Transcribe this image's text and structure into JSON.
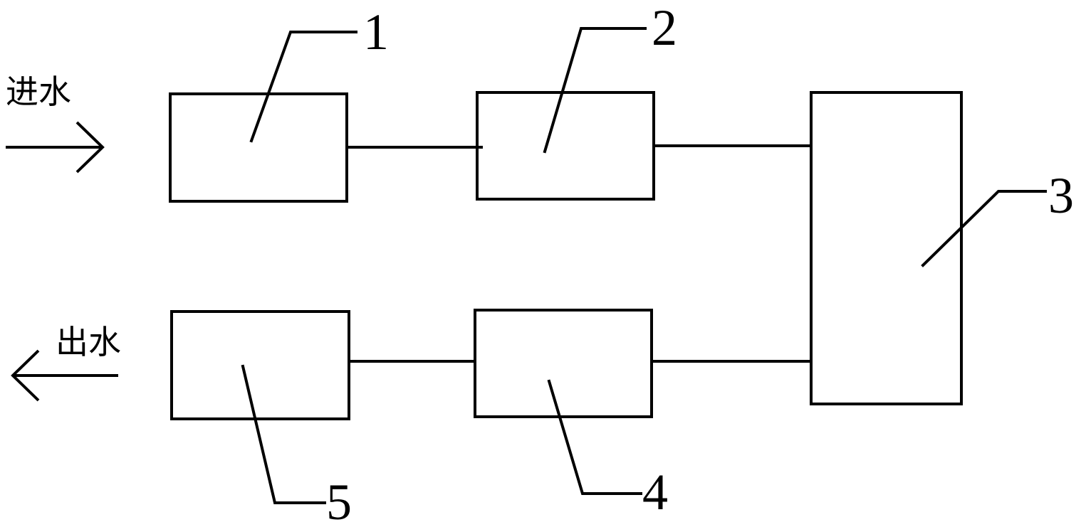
{
  "flow": {
    "inlet_label": "进水",
    "outlet_label": "出水"
  },
  "components": [
    {
      "id": "1",
      "label": "1"
    },
    {
      "id": "2",
      "label": "2"
    },
    {
      "id": "3",
      "label": "3"
    },
    {
      "id": "4",
      "label": "4"
    },
    {
      "id": "5",
      "label": "5"
    }
  ],
  "connections": [
    {
      "from": "1",
      "to": "2"
    },
    {
      "from": "2",
      "to": "3"
    },
    {
      "from": "3",
      "to": "4"
    },
    {
      "from": "4",
      "to": "5"
    }
  ]
}
